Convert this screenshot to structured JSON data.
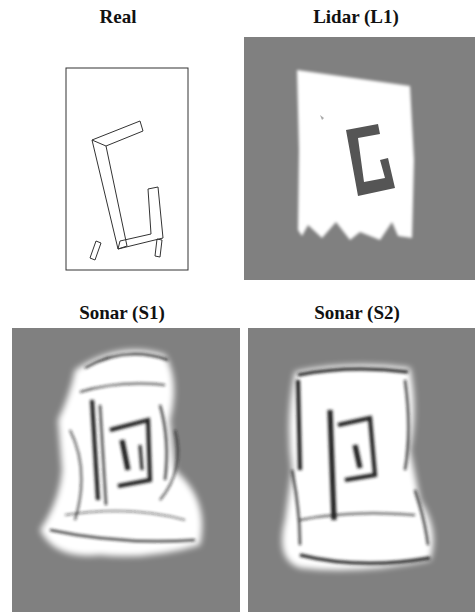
{
  "diagram": {
    "labels": [
      "Real",
      "Lidar (L1)",
      "Sonar (S1)",
      "Sonar (S2)"
    ]
  }
}
